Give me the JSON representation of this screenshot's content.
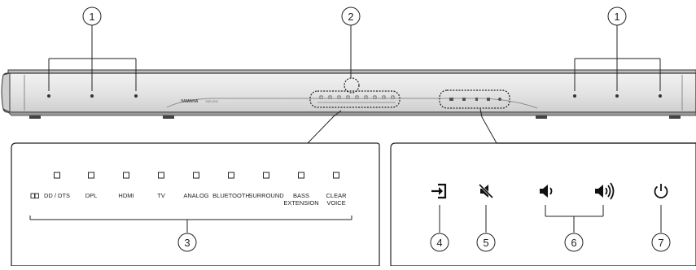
{
  "callouts": {
    "c1": "1",
    "c2": "2",
    "c3": "3",
    "c4": "4",
    "c5": "5",
    "c6": "6",
    "c7": "7"
  },
  "indicators": [
    {
      "label1": "DD / DTS",
      "label2": ""
    },
    {
      "label1": "DPL",
      "label2": ""
    },
    {
      "label1": "HDMI",
      "label2": ""
    },
    {
      "label1": "TV",
      "label2": ""
    },
    {
      "label1": "ANALOG",
      "label2": ""
    },
    {
      "label1": "BLUETOOTH",
      "label2": ""
    },
    {
      "label1": "SURROUND",
      "label2": ""
    },
    {
      "label1": "BASS",
      "label2": "EXTENSION"
    },
    {
      "label1": "CLEAR",
      "label2": "VOICE"
    }
  ],
  "brand": {
    "logo": "YAMAHA",
    "model": "YAS-203"
  },
  "buttons": [
    {
      "icon": "input-icon"
    },
    {
      "icon": "mute-icon"
    },
    {
      "icon": "volume-down-icon"
    },
    {
      "icon": "volume-up-icon"
    },
    {
      "icon": "power-icon"
    }
  ],
  "colors": {
    "bar_face": "#e4e4e4",
    "bar_edge": "#3a3a3a",
    "panel_fill": "#ffffff",
    "line": "#222222"
  }
}
